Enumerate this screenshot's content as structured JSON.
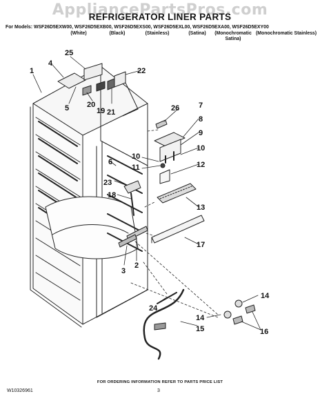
{
  "header": {
    "watermark": "AppliancePartsPros.com",
    "title": "REFRIGERATOR LINER PARTS",
    "models_line": "For Models: WSF26D5EXW00, WSF26D5EXB00, WSF26D5EXS00, WSF26D5EXL00, WSF26D5EXA00, WSF26D5EXY00",
    "colors": [
      "(White)",
      "(Black)",
      "(Stainless)",
      "(Satina)",
      "(Monochromatic Satina)",
      "(Monochromatic Stainless)"
    ]
  },
  "callouts": [
    "1",
    "2",
    "3",
    "4",
    "5",
    "6",
    "7",
    "8",
    "9",
    "10",
    "10",
    "11",
    "12",
    "13",
    "14",
    "14",
    "15",
    "16",
    "17",
    "18",
    "19",
    "20",
    "21",
    "22",
    "23",
    "24",
    "25",
    "26"
  ],
  "footer": {
    "ordering_note": "FOR ORDERING INFORMATION REFER TO PARTS PRICE LIST",
    "document_id": "W10326961",
    "page_number": "3"
  }
}
